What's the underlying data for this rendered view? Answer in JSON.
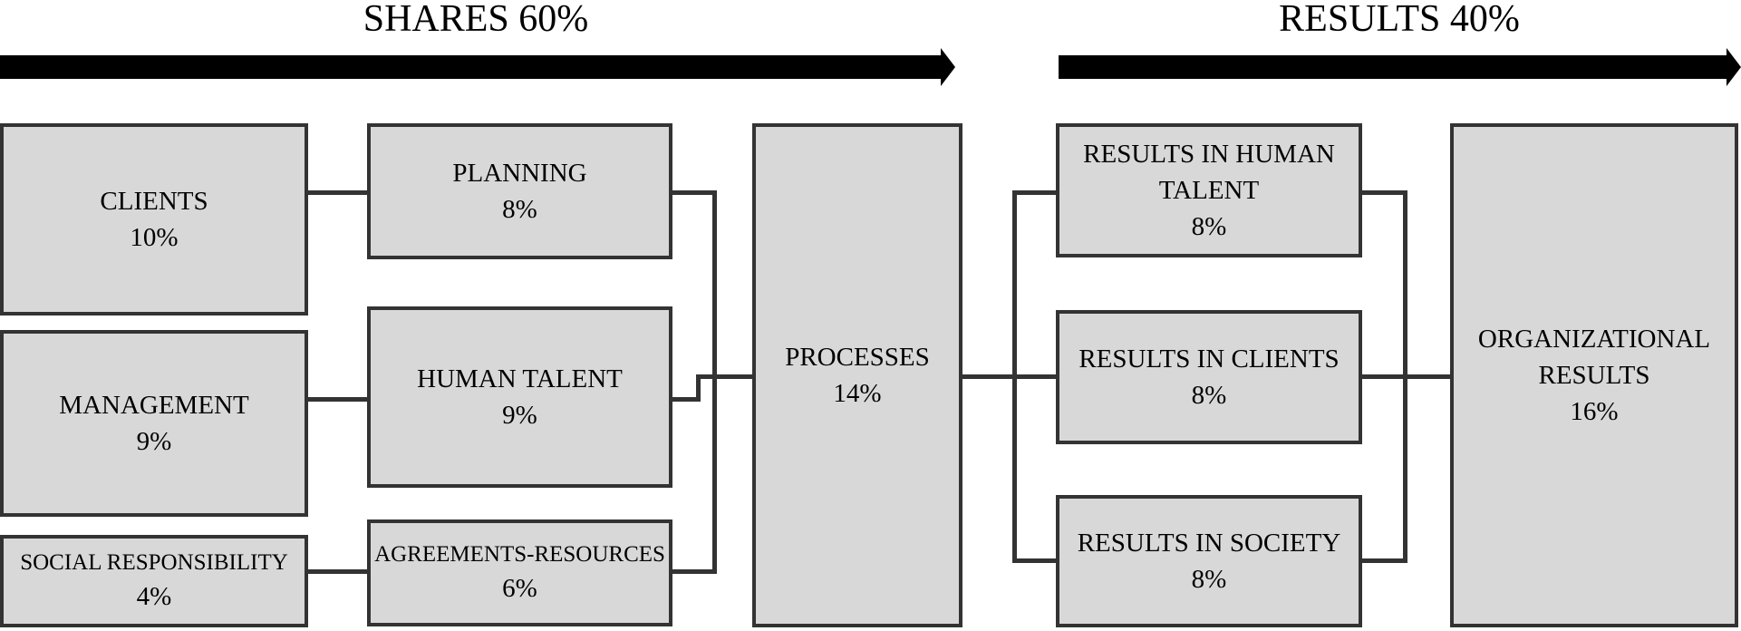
{
  "titles": {
    "shares": "SHARES 60%",
    "results": "RESULTS 40%"
  },
  "colors": {
    "box_fill": "#d8d8d8",
    "box_border": "#333333",
    "arrow": "#000000",
    "background": "#ffffff"
  },
  "boxes": {
    "clients": {
      "label": "CLIENTS",
      "pct": "10%"
    },
    "management": {
      "label": "MANAGEMENT",
      "pct": "9%"
    },
    "social_responsibility": {
      "label": "SOCIAL RESPONSIBILITY",
      "pct": "4%"
    },
    "planning": {
      "label": "PLANNING",
      "pct": "8%"
    },
    "human_talent": {
      "label": "HUMAN TALENT",
      "pct": "9%"
    },
    "agreements_resources": {
      "label": "AGREEMENTS-RESOURCES",
      "pct": "6%"
    },
    "processes": {
      "label": "PROCESSES",
      "pct": "14%"
    },
    "results_human_talent": {
      "label": "RESULTS IN HUMAN TALENT",
      "pct": "8%"
    },
    "results_clients": {
      "label": "RESULTS IN CLIENTS",
      "pct": "8%"
    },
    "results_society": {
      "label": "RESULTS IN SOCIETY",
      "pct": "8%"
    },
    "organizational_results": {
      "label": "ORGANIZATIONAL RESULTS",
      "pct": "16%"
    }
  }
}
